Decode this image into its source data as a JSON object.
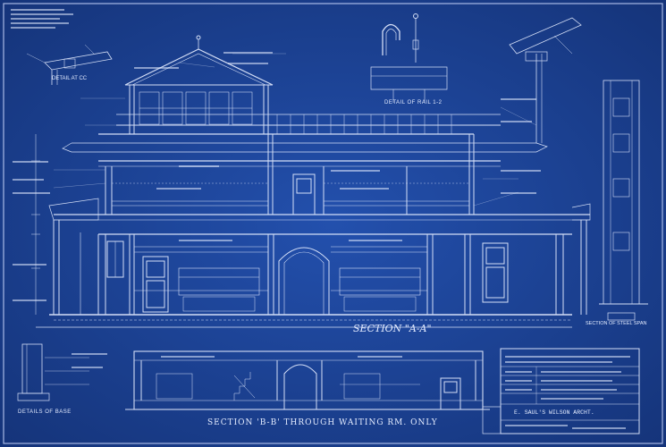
{
  "colors": {
    "paper": "#1a3f8f",
    "paper_dark": "#12306f",
    "ink": "#e4ecff",
    "ink_dim": "#9fb6ea"
  },
  "labels": {
    "section_aa": "SECTION \"A-A\"",
    "section_bb": "SECTION 'B-B' THROUGH WAITING RM. ONLY",
    "detail_rail": "DETAIL OF RAIL 1-2",
    "detail_cc": "DETAIL AT CC",
    "details_base": "DETAILS OF BASE",
    "section_steel": "SECTION OF STEEL SPAN",
    "title_firm": "E. SAUL'S WILSON ARCHT."
  }
}
